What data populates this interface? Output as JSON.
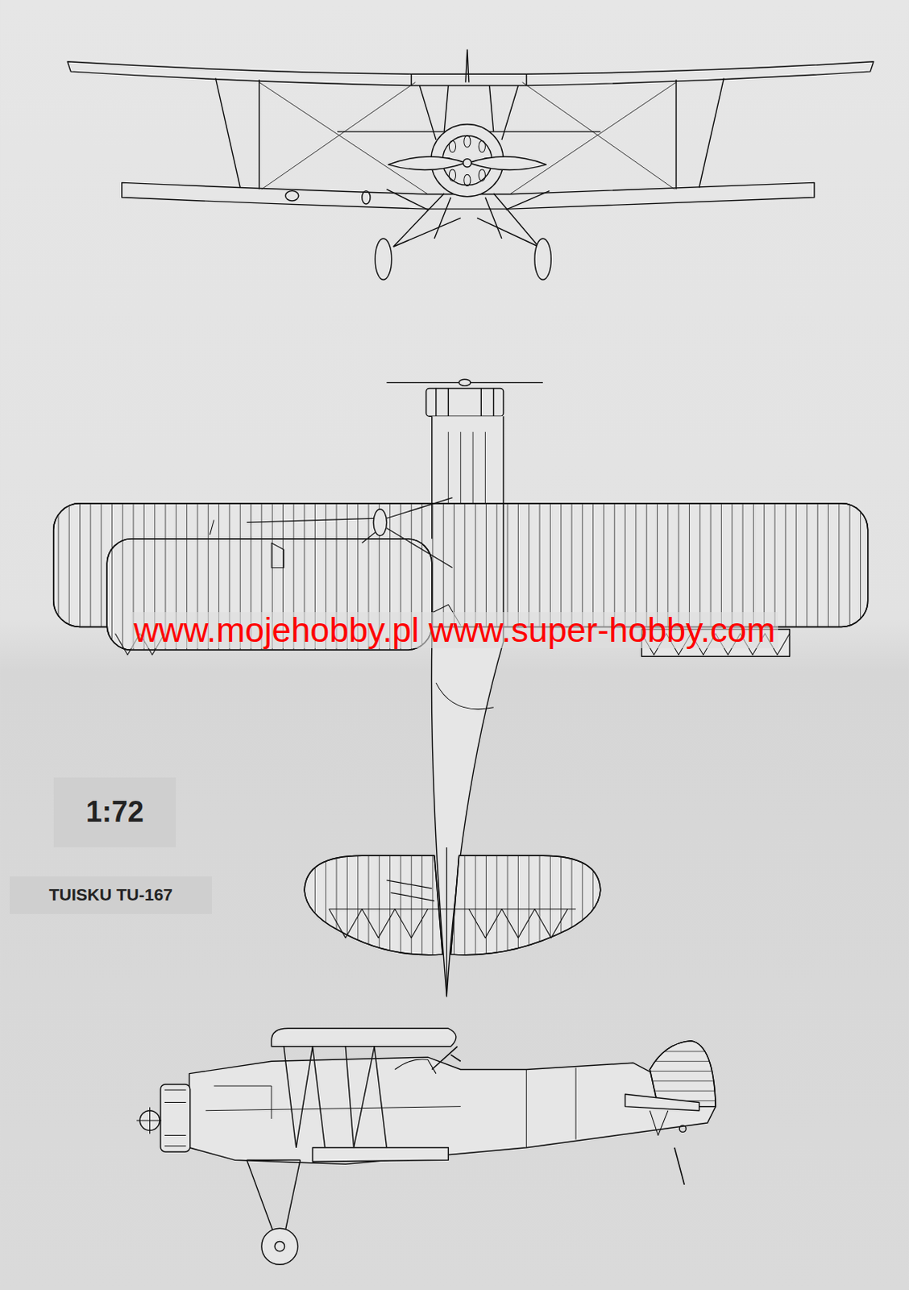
{
  "diagram": {
    "nodes": [
      {
        "text": [
          "1:72"
        ]
      },
      {
        "text": [
          "TUISKU TU-167"
        ]
      }
    ],
    "labels": [
      "www.mojehobby.pl www.super-hobby.com"
    ]
  }
}
